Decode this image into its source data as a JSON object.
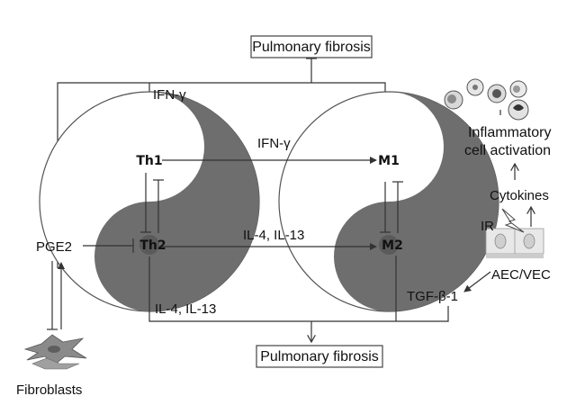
{
  "top_box": "Pulmonary fibrosis",
  "bottom_box": "Pulmonary fibrosis",
  "labels": {
    "ifn_top": "IFN-γ",
    "ifn_mid": "IFN-γ",
    "il_mid": "IL-4, IL-13",
    "il_bottom": "IL-4, IL-13",
    "pge2": "PGE2",
    "fibroblasts": "Fibroblasts",
    "tgf": "TGF-β-1",
    "aec": "AEC/VEC",
    "ir": "IR",
    "cytokines": "Cytokines",
    "inflam_1": "Inflammatory",
    "inflam_2": "cell activation"
  },
  "nodes": {
    "th1": "Th1",
    "th2": "Th2",
    "m1": "M1",
    "m2": "M2"
  },
  "colors": {
    "yin_dark": "#6e6e6e",
    "node_light": "#ffffff",
    "node_dark": "#5a5a5a",
    "line": "#333333"
  }
}
